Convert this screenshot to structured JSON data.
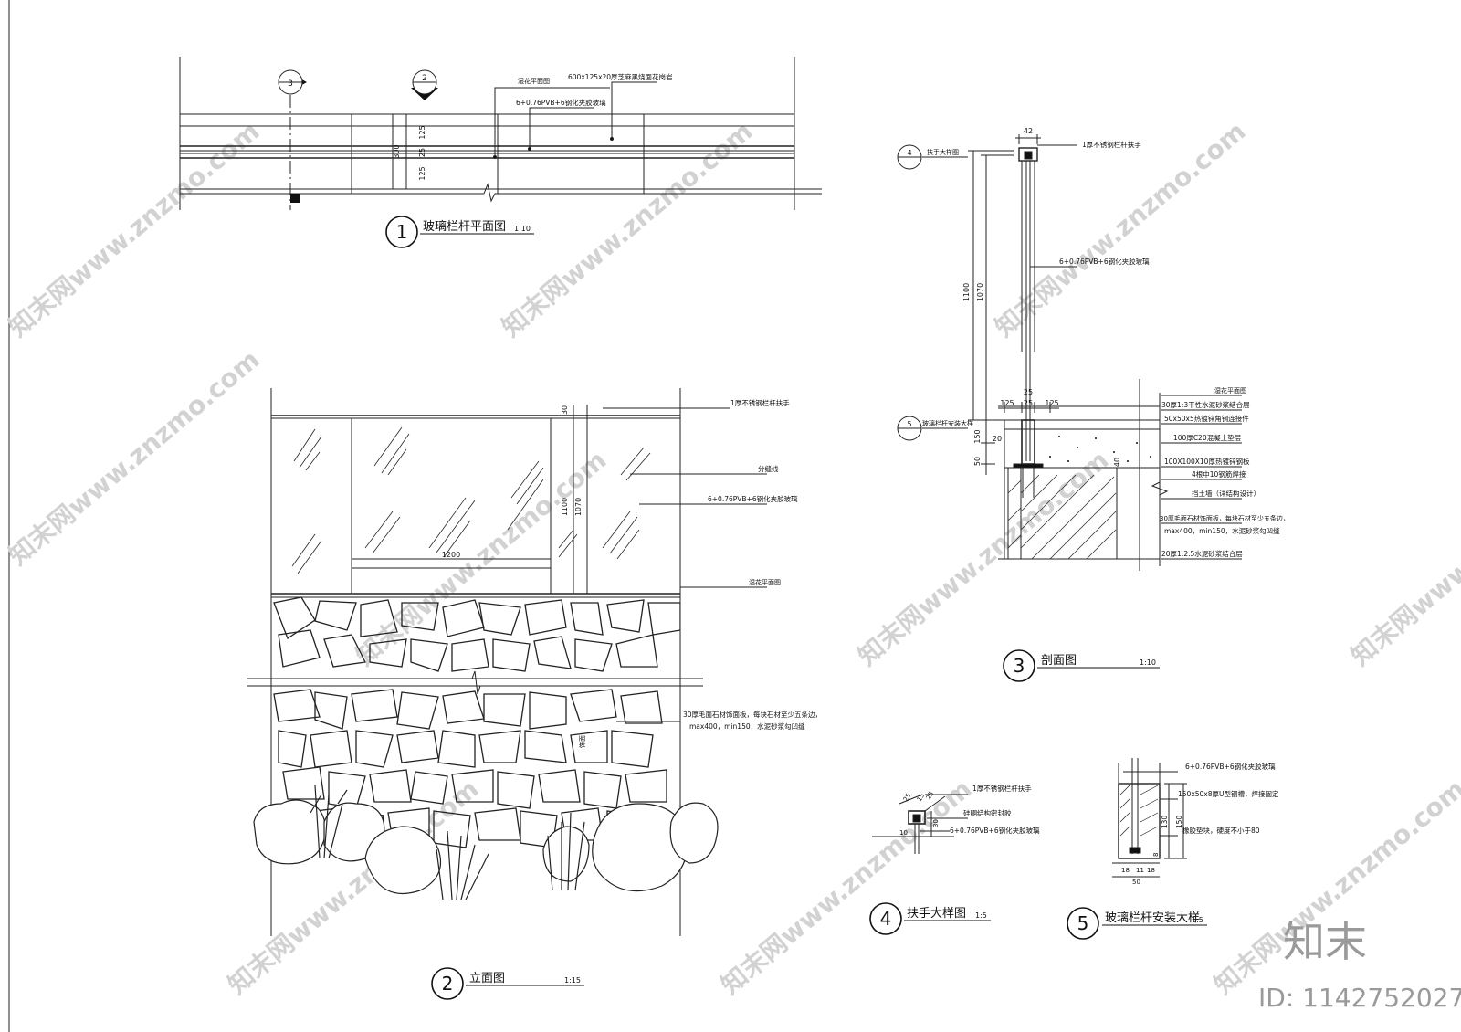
{
  "drawing": {
    "view1": {
      "number": "1",
      "title": "玻璃栏杆平面图",
      "scale": "1:10"
    },
    "view2": {
      "number": "2",
      "title": "立面图",
      "scale": "1:15"
    },
    "view3": {
      "number": "3",
      "title": "剖面图",
      "scale": "1:10"
    },
    "view4": {
      "number": "4",
      "title": "扶手大样图",
      "scale": "1:5"
    },
    "view5": {
      "number": "5",
      "title": "玻璃栏杆安装大样",
      "scale": "1:5"
    },
    "markers": {
      "m3": "3",
      "m2": "2",
      "m4": "4",
      "m5": "5"
    }
  },
  "plan": {
    "note1": "湿花平面图",
    "note2": "600x125x20厚芝麻黑烧面花岗岩",
    "note3": "6+0.76PVB+6钢化夹胶玻璃",
    "dims": [
      "125",
      "25",
      "125",
      "300"
    ]
  },
  "elevation": {
    "labels": [
      "1厚不锈钢栏杆扶手",
      "分缝线",
      "6+0.76PVB+6钢化夹胶玻璃",
      "湿花平面图",
      "30厚毛面石材饰面板，每块石材至少五条边，",
      "max400，min150，水泥砂浆勾凹缝",
      "饰面"
    ],
    "dims": [
      "30",
      "1070",
      "1100",
      "1200"
    ]
  },
  "section": {
    "labels": [
      "1厚不锈钢栏杆扶手",
      "扶手大样图",
      "6+0.76PVB+6钢化夹胶玻璃",
      "玻璃栏杆安装大样",
      "湿花平面图",
      "30厚1:3干性水泥砂浆结合层",
      "50x50x5热镀锌角钢连接件",
      "100厚C20混凝土垫层",
      "100X100X10厚热镀锌钢板",
      "4根中10钢筋焊接",
      "挡土墙（详结构设计）",
      "30厚毛面石材饰面板，每块石材至少五条边，",
      "max400，min150，水泥砂浆勾凹缝",
      "20厚1:2.5水泥砂浆结合层"
    ],
    "dims": [
      "42",
      "1100",
      "1070",
      "125",
      "25",
      "125",
      "20",
      "150",
      "50",
      "40",
      "25"
    ]
  },
  "handrail": {
    "labels": [
      "1厚不锈钢栏杆扶手",
      "硅酮结构密封胶",
      "6+0.76PVB+6钢化夹胶玻璃"
    ],
    "dims": [
      "25",
      "15",
      "25",
      "10",
      "30"
    ]
  },
  "install": {
    "labels": [
      "6+0.76PVB+6钢化夹胶玻璃",
      "150x50x8厚U型钢槽，焊接固定",
      "橡胶垫块，硬度不小于80"
    ],
    "dims": [
      "130",
      "150",
      "18",
      "11",
      "18",
      "50",
      "8"
    ]
  },
  "brand": {
    "logo": "知末",
    "id": "ID: 1142752027",
    "watermark": "知末网www.znzmo.com"
  }
}
